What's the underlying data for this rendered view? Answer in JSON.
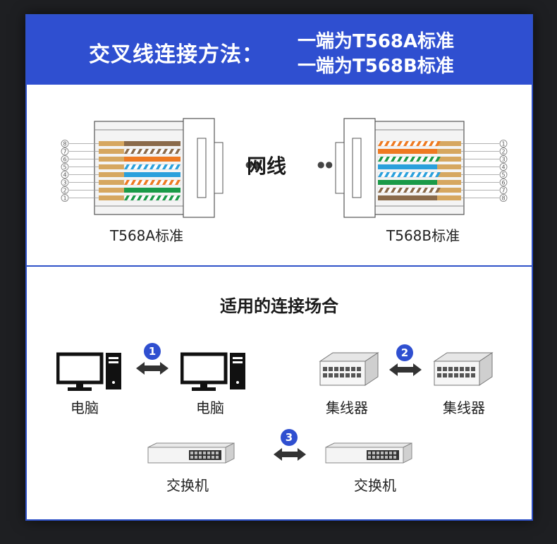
{
  "header": {
    "title": "交叉线连接方法：",
    "line1": "一端为T568A标准",
    "line2": "一端为T568B标准"
  },
  "connectors": {
    "left_label": "T568A标准",
    "right_label": "T568B标准",
    "cable_label": "网线",
    "left_pins": [
      "8",
      "7",
      "6",
      "5",
      "4",
      "3",
      "2",
      "1"
    ],
    "right_pins": [
      "1",
      "2",
      "3",
      "4",
      "5",
      "6",
      "7",
      "8"
    ],
    "colors": {
      "orange": "#ee7a22",
      "green": "#1a9a48",
      "blue": "#2aa0dc",
      "brown": "#8a6a4a",
      "gold": "#d6a760",
      "accent": "#2f4fd0"
    }
  },
  "scenarios": {
    "title": "适用的连接场合",
    "items": [
      {
        "badge": "1",
        "left": "电脑",
        "right": "电脑"
      },
      {
        "badge": "2",
        "left": "集线器",
        "right": "集线器"
      },
      {
        "badge": "3",
        "left": "交换机",
        "right": "交换机"
      }
    ]
  }
}
